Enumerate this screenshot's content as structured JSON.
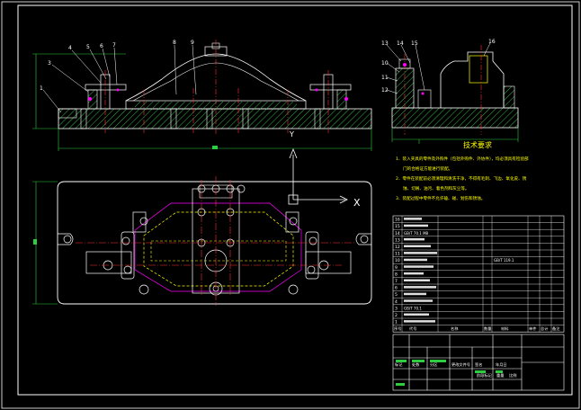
{
  "drawing": {
    "colors": {
      "background": "#000000",
      "frame": "#ffffff",
      "outline": "#ffffff",
      "hatch": "#39b54a",
      "dimension": "#2ecc40",
      "center": "#ff3030",
      "hidden": "#ffff00",
      "construction": "#ff00ff",
      "cyan": "#00ffff",
      "text": "#ffff00",
      "table_text": "#ffffff"
    },
    "axis_label": "X",
    "tech_requirements_title": "技术要求",
    "tech_requirements_lines": [
      "1．装入夹具的零件及外购件（包括外购件、外协件），均必须具有检验部",
      "门的合格证方能进行装配。",
      "2．零件在装配前必须清理和清洗干净，不得有毛刺、飞边、氧化皮、锈",
      "蚀、切屑、油污、着色剂和灰尘等。",
      "3．装配过程中零件不允许磕、碰、划伤和锈蚀。"
    ],
    "balloons_front": [
      "1",
      "3",
      "4",
      "5",
      "6",
      "7",
      "8",
      "9"
    ],
    "balloons_side": [
      "13",
      "14",
      "15",
      "16",
      "10",
      "11",
      "12"
    ],
    "parts_list": [
      {
        "no": "16",
        "name": "",
        "qty": "",
        "material": ""
      },
      {
        "no": "15",
        "name": "",
        "qty": "",
        "material": ""
      },
      {
        "no": "14",
        "name": "GB/T 70.1 M8",
        "qty": "",
        "material": ""
      },
      {
        "no": "13",
        "name": "",
        "qty": "",
        "material": ""
      },
      {
        "no": "12",
        "name": "",
        "qty": "",
        "material": ""
      },
      {
        "no": "11",
        "name": "",
        "qty": "",
        "material": ""
      },
      {
        "no": "10",
        "name": "",
        "qty": "",
        "material": "GB/T 119.1"
      },
      {
        "no": "9",
        "name": "",
        "qty": "",
        "material": ""
      },
      {
        "no": "8",
        "name": "",
        "qty": "",
        "material": ""
      },
      {
        "no": "7",
        "name": "",
        "qty": "",
        "material": ""
      },
      {
        "no": "6",
        "name": "",
        "qty": "",
        "material": ""
      },
      {
        "no": "5",
        "name": "",
        "qty": "",
        "material": ""
      },
      {
        "no": "4",
        "name": "",
        "qty": "",
        "material": ""
      },
      {
        "no": "3",
        "name": "GB/T 70.1",
        "qty": "",
        "material": ""
      },
      {
        "no": "2",
        "name": "",
        "qty": "",
        "material": ""
      },
      {
        "no": "1",
        "name": "",
        "qty": "",
        "material": ""
      }
    ],
    "parts_header": [
      "序号",
      "代号",
      "名称",
      "数量",
      "材料",
      "单件",
      "总计",
      "备注"
    ],
    "title_block": {
      "labels": [
        "标记",
        "处数",
        "分区",
        "更改文件号",
        "签名",
        "年月日"
      ],
      "stage": "阶段标记",
      "weight": "重量",
      "scale": "比例"
    }
  }
}
